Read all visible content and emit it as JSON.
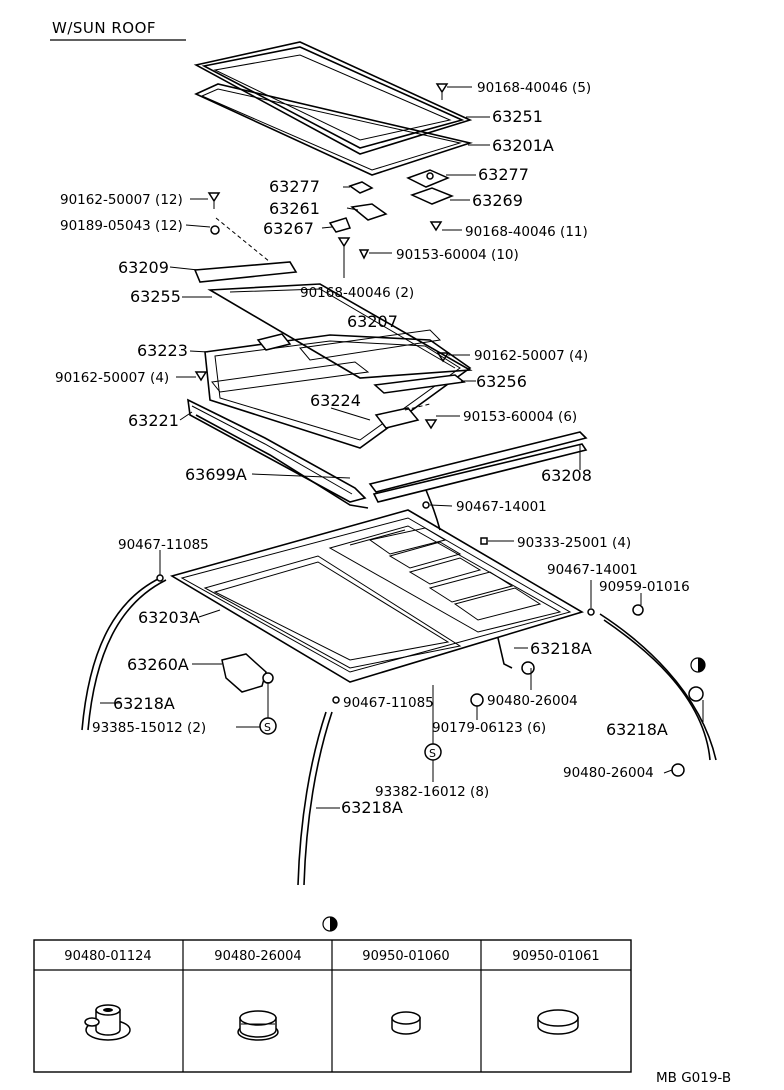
{
  "title": "W/SUN  ROOF",
  "labels": {
    "l01": "90168-40046 (5)",
    "l02": "63251",
    "l03": "63201A",
    "l04": "63277",
    "l05": "63277",
    "l06": "63269",
    "l07": "90162-50007 (12)",
    "l08": "63261",
    "l09": "90189-05043 (12)",
    "l10": "63267",
    "l11": "90168-40046 (11)",
    "l12": "90153-60004 (10)",
    "l13": "63209",
    "l14": "90168-40046 (2)",
    "l15": "63255",
    "l16": "63207",
    "l17": "63223",
    "l18": "90162-50007 (4)",
    "l19": "90162-50007 (4)",
    "l20": "63256",
    "l21": "63224",
    "l22": "63221",
    "l23": "90153-60004 (6)",
    "l24": "63699A",
    "l25": "63208",
    "l26": "90467-14001",
    "l27": "90467-11085",
    "l28": "90333-25001 (4)",
    "l29": "90467-14001",
    "l30": "90959-01016",
    "l31": "63203A",
    "l32": "63218A",
    "l33": "63260A",
    "l34": "90480-26004",
    "l35": "63218A",
    "l36": "90467-11085",
    "l37": "93385-15012 (2)",
    "l38": "90179-06123 (6)",
    "l39": "63218A",
    "l40": "90480-26004",
    "l41": "93382-16012 (8)",
    "l42": "63218A"
  },
  "s_marks": [
    "S",
    "S"
  ],
  "table": {
    "headers": [
      "90480-01124",
      "90480-26004",
      "90950-01060",
      "90950-01061"
    ]
  },
  "footer_code": "MB  G019-B"
}
